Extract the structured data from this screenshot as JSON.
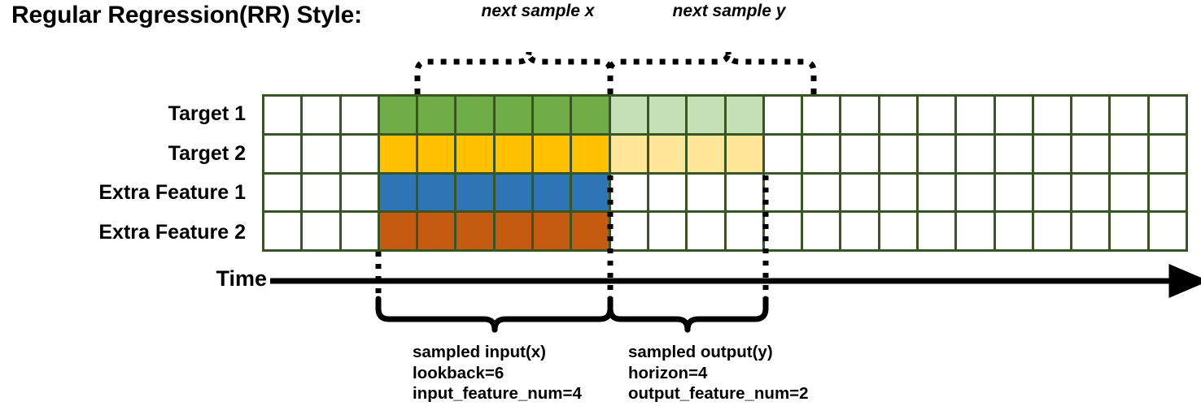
{
  "title": "Regular Regression(RR) Style:",
  "rows": [
    {
      "label": "Target 1",
      "name": "target-1"
    },
    {
      "label": "Target 2",
      "name": "target-2"
    },
    {
      "label": "Extra Feature 1",
      "name": "extra-feature-1"
    },
    {
      "label": "Extra Feature 2",
      "name": "extra-feature-2"
    }
  ],
  "grid": {
    "columns": 24,
    "rows": 4,
    "border_color": "#375623",
    "cells": [
      [
        "white",
        "white",
        "white",
        "green",
        "green",
        "green",
        "green",
        "green",
        "green",
        "lgreen",
        "lgreen",
        "lgreen",
        "lgreen",
        "white",
        "white",
        "white",
        "white",
        "white",
        "white",
        "white",
        "white",
        "white",
        "white",
        "white"
      ],
      [
        "white",
        "white",
        "white",
        "yellow",
        "yellow",
        "yellow",
        "yellow",
        "yellow",
        "yellow",
        "lyellow",
        "lyellow",
        "lyellow",
        "lyellow",
        "white",
        "white",
        "white",
        "white",
        "white",
        "white",
        "white",
        "white",
        "white",
        "white",
        "white"
      ],
      [
        "white",
        "white",
        "white",
        "blue",
        "blue",
        "blue",
        "blue",
        "blue",
        "blue",
        "white",
        "white",
        "white",
        "white",
        "white",
        "white",
        "white",
        "white",
        "white",
        "white",
        "white",
        "white",
        "white",
        "white",
        "white"
      ],
      [
        "white",
        "white",
        "white",
        "orange",
        "orange",
        "orange",
        "orange",
        "orange",
        "orange",
        "white",
        "white",
        "white",
        "white",
        "white",
        "white",
        "white",
        "white",
        "white",
        "white",
        "white",
        "white",
        "white",
        "white",
        "white"
      ]
    ]
  },
  "colors": {
    "green": "#70ad47",
    "light_green": "#c5e0b4",
    "yellow": "#ffc000",
    "light_yellow": "#ffe699",
    "blue": "#2e75b6",
    "orange": "#c55a11",
    "grid_border": "#375623",
    "line": "#000000"
  },
  "top_annotations": [
    {
      "label": "next sample x",
      "name": "next-sample-x"
    },
    {
      "label": "next sample y",
      "name": "next-sample-y"
    }
  ],
  "axis": {
    "label": "Time"
  },
  "bottom_annotations": [
    {
      "name": "sampled-input",
      "lines": [
        "sampled input(x)",
        "lookback=6",
        "input_feature_num=4"
      ]
    },
    {
      "name": "sampled-output",
      "lines": [
        "sampled output(y)",
        "horizon=4",
        "output_feature_num=2"
      ]
    }
  ]
}
